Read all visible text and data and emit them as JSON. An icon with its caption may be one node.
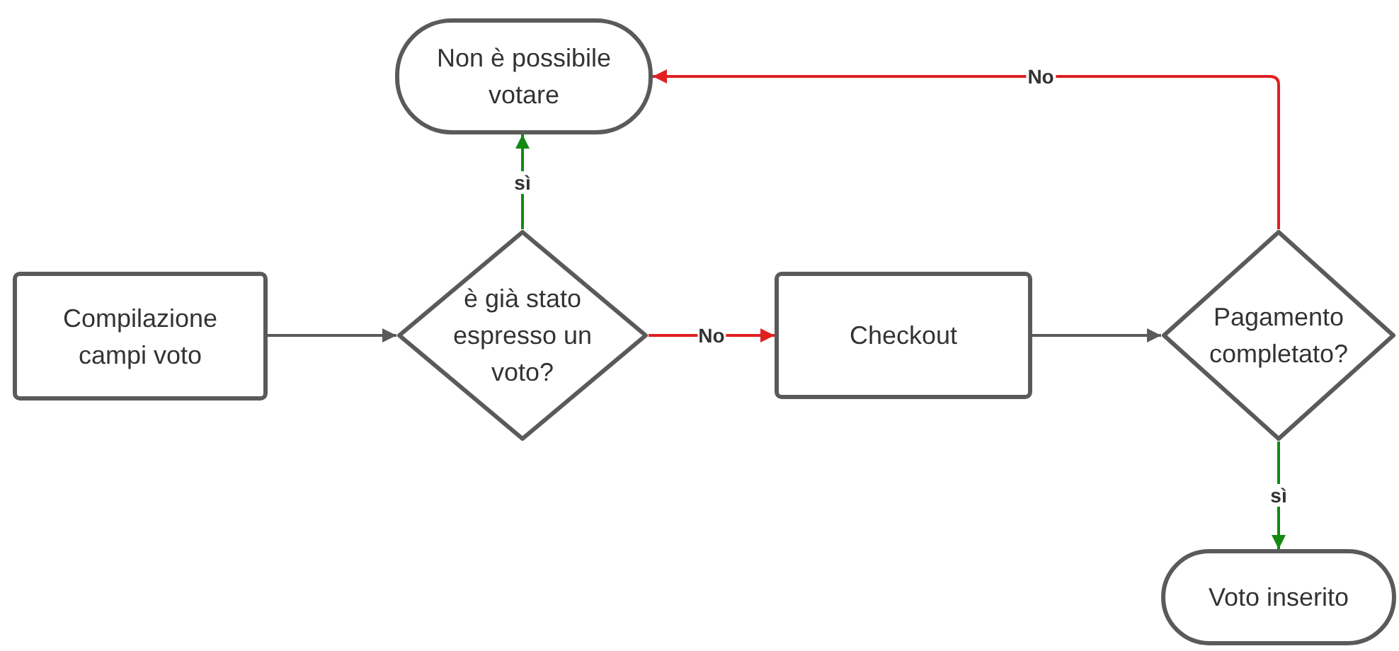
{
  "diagram": {
    "nodes": [
      {
        "text": [
          "Non è possibile votare"
        ]
      },
      {
        "text": [
          "Compilazione campi voto"
        ]
      },
      {
        "text": [
          "è già stato espresso un voto?"
        ]
      },
      {
        "text": [
          "Checkout"
        ]
      },
      {
        "text": [
          "Pagamento completato?"
        ]
      },
      {
        "text": [
          "Voto inserito"
        ]
      }
    ],
    "edges": [
      {
        "from": 1,
        "to": 2,
        "arrow": "to"
      },
      {
        "from": 2,
        "to": 0,
        "arrow": "to",
        "label": "sì",
        "color": "#138a13"
      },
      {
        "from": 2,
        "to": 3,
        "arrow": "to",
        "label": "No",
        "color": "#e02020"
      },
      {
        "from": 3,
        "to": 4,
        "arrow": "to"
      },
      {
        "from": 4,
        "to": 0,
        "arrow": "to",
        "label": "No",
        "color": "#e02020"
      },
      {
        "from": 4,
        "to": 5,
        "arrow": "to",
        "label": "sì",
        "color": "#138a13"
      }
    ]
  }
}
